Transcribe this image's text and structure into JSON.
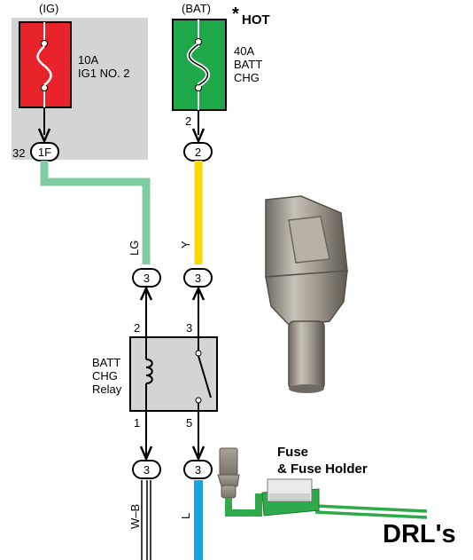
{
  "fuse_ig": {
    "source": "(IG)",
    "rating": "10A",
    "name": "IG1 NO. 2",
    "pin": "32",
    "connector": "1F",
    "box_color": "#e8232a",
    "panel_color": "#d4d4d4"
  },
  "fuse_bat": {
    "source": "(BAT)",
    "hot_star": "*",
    "hot_label": "HOT",
    "rating": "40A",
    "name_line1": "BATT",
    "name_line2": "CHG",
    "pin": "2",
    "connector": "2",
    "box_color": "#1ea84a"
  },
  "wires": {
    "left_color_label": "LG",
    "right_color_label": "Y",
    "bottom_left_label": "W–B",
    "bottom_right_label": "L",
    "lg_color": "#7fcca0",
    "y_color": "#ffd700",
    "l_color": "#1aa3e0",
    "drl_color": "#2eaa4a"
  },
  "connectors": {
    "mid_left": "3",
    "mid_right": "3",
    "bot_left": "3",
    "bot_right": "3"
  },
  "relay": {
    "line1": "BATT",
    "line2": "CHG",
    "line3": "Relay",
    "pin_top_left": "2",
    "pin_top_right": "3",
    "pin_bot_left": "1",
    "pin_bot_right": "5"
  },
  "fuse_holder": {
    "line1": "Fuse",
    "line2": "& Fuse Holder"
  },
  "drl_label": "DRL's"
}
